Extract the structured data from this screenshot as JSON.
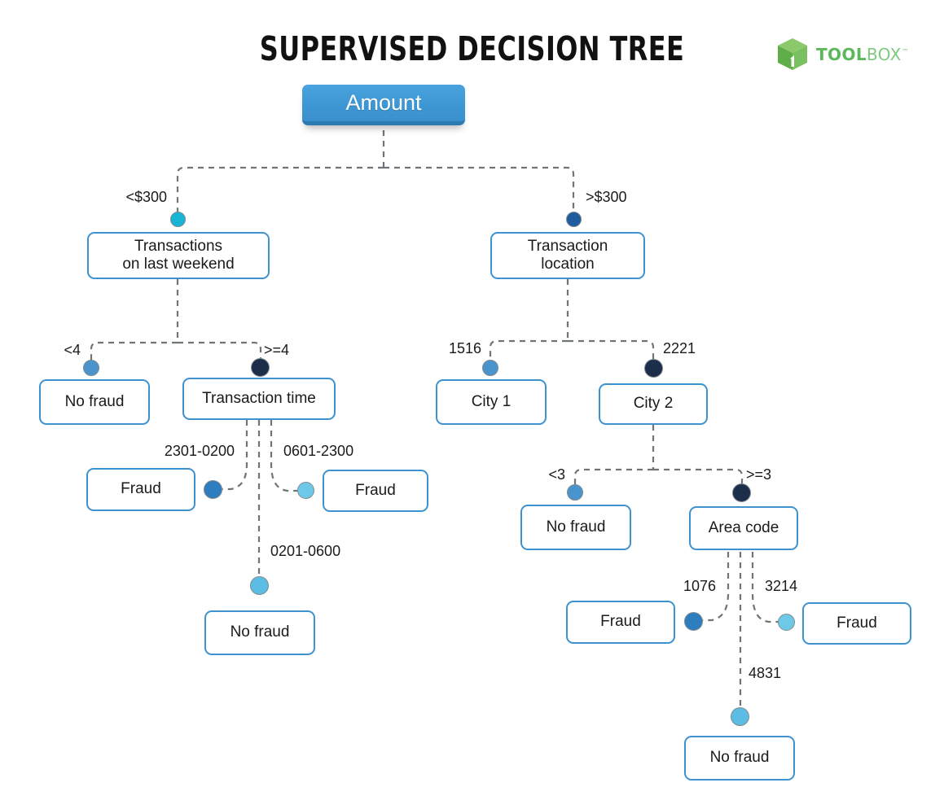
{
  "header": {
    "title": "SUPERVISED DECISION TREE",
    "logo": {
      "name": "toolbox-logo",
      "text_primary": "TOOL",
      "text_secondary": "BOX",
      "trademark": "™",
      "color_primary": "#5cb85c",
      "color_secondary": "#7fc97f"
    }
  },
  "theme": {
    "box_border": "#3d92d0",
    "box_fill": "#ffffff",
    "root_fill": "#3d97d4",
    "root_fill_dark": "#2b7ab0",
    "connector": "#6f7478",
    "text": "#1a1a1a",
    "dot_cyan": "#17b4d6",
    "dot_light_blue": "#5bbce4",
    "dot_pale_cyan": "#6ec9e8",
    "dot_medium_blue": "#4a94cd",
    "dot_steel_blue": "#2e7ebf",
    "dot_navy": "#1f5c9e",
    "dot_dark_navy": "#1c2e4a"
  },
  "tree": {
    "root": {
      "id": "amount",
      "label": "Amount",
      "kind": "root"
    },
    "nodes": [
      {
        "id": "transactions-last-weekend",
        "label": "Transactions\non last weekend",
        "line1": "Transactions",
        "line2": "on last weekend"
      },
      {
        "id": "transaction-location",
        "label": "Transaction\nlocation",
        "line1": "Transaction",
        "line2": "location"
      },
      {
        "id": "no-fraud-lt4",
        "label": "No fraud"
      },
      {
        "id": "transaction-time",
        "label": "Transaction time"
      },
      {
        "id": "fraud-2301-0200",
        "label": "Fraud"
      },
      {
        "id": "fraud-0601-2300",
        "label": "Fraud"
      },
      {
        "id": "no-fraud-0201-0600",
        "label": "No fraud"
      },
      {
        "id": "city-1",
        "label": "City 1"
      },
      {
        "id": "city-2",
        "label": "City 2"
      },
      {
        "id": "no-fraud-lt3",
        "label": "No fraud"
      },
      {
        "id": "area-code",
        "label": "Area code"
      },
      {
        "id": "fraud-1076",
        "label": "Fraud"
      },
      {
        "id": "fraud-3214",
        "label": "Fraud"
      },
      {
        "id": "no-fraud-4831",
        "label": "No fraud"
      }
    ],
    "edge_labels": [
      {
        "id": "lt-300",
        "text": "<$300"
      },
      {
        "id": "gt-300",
        "text": ">$300"
      },
      {
        "id": "lt-4",
        "text": "<4"
      },
      {
        "id": "gte-4",
        "text": ">=4"
      },
      {
        "id": "t-2301-0200",
        "text": "2301-0200"
      },
      {
        "id": "t-0601-2300",
        "text": "0601-2300"
      },
      {
        "id": "t-0201-0600",
        "text": "0201-0600"
      },
      {
        "id": "loc-1516",
        "text": "1516"
      },
      {
        "id": "loc-2221",
        "text": "2221"
      },
      {
        "id": "lt-3",
        "text": "<3"
      },
      {
        "id": "gte-3",
        "text": ">=3"
      },
      {
        "id": "ac-1076",
        "text": "1076"
      },
      {
        "id": "ac-3214",
        "text": "3214"
      },
      {
        "id": "ac-4831",
        "text": "4831"
      }
    ]
  }
}
